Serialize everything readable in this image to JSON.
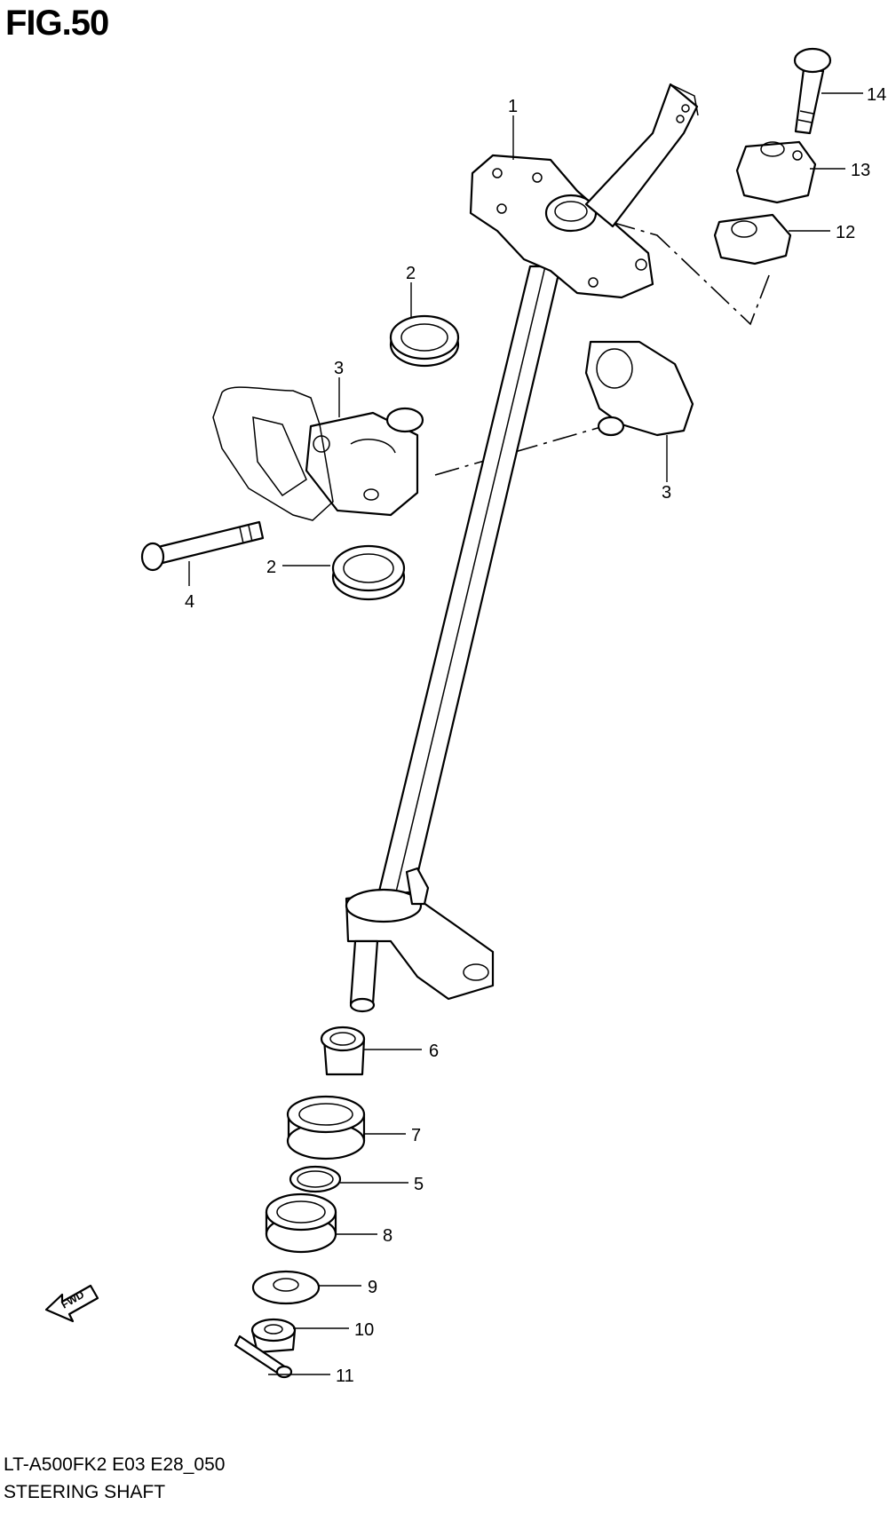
{
  "figure": {
    "title": "FIG.50",
    "code": "LT-A500FK2 E03 E28_050",
    "name": "STEERING SHAFT"
  },
  "callouts": {
    "c1": "1",
    "c2a": "2",
    "c2b": "2",
    "c3a": "3",
    "c3b": "3",
    "c4": "4",
    "c5": "5",
    "c6": "6",
    "c7": "7",
    "c8": "8",
    "c9": "9",
    "c10": "10",
    "c11": "11",
    "c12": "12",
    "c13": "13",
    "c14": "14"
  },
  "fwd_arrow": {
    "label": "FWD",
    "icon": "fwd-arrow-icon"
  }
}
